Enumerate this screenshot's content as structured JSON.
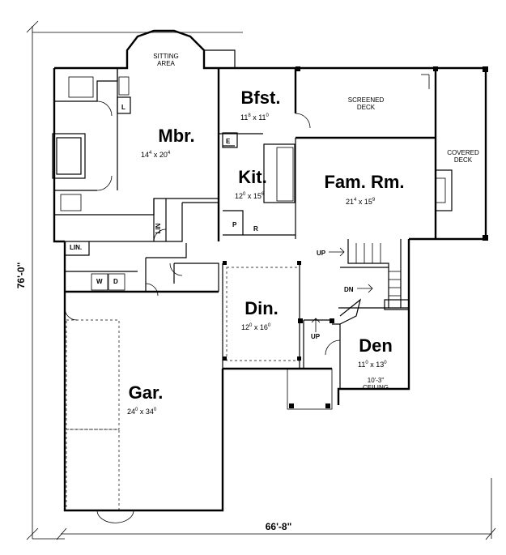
{
  "rooms": {
    "sitting": {
      "label_line1": "SITTING",
      "label_line2": "AREA"
    },
    "mbr": {
      "name": "Mbr.",
      "w": "14",
      "w_in": "4",
      "h": "20",
      "h_in": "4"
    },
    "bfst": {
      "name": "Bfst.",
      "w": "11",
      "w_in": "8",
      "h": "11",
      "h_in": "0"
    },
    "kit": {
      "name": "Kit.",
      "w": "12",
      "w_in": "0",
      "h": "15",
      "h_in": "6"
    },
    "fam": {
      "name": "Fam. Rm.",
      "w": "21",
      "w_in": "4",
      "h": "15",
      "h_in": "9"
    },
    "screened": {
      "label_line1": "SCREENED",
      "label_line2": "DECK"
    },
    "covered": {
      "label_line1": "COVERED",
      "label_line2": "DECK"
    },
    "din": {
      "name": "Din.",
      "w": "12",
      "w_in": "0",
      "h": "16",
      "h_in": "0"
    },
    "den": {
      "name": "Den",
      "w": "11",
      "w_in": "0",
      "h": "13",
      "h_in": "0",
      "ceiling_line1": "10'-3\"",
      "ceiling_line2": "CEILING"
    },
    "gar": {
      "name": "Gar.",
      "w": "24",
      "w_in": "0",
      "h": "34",
      "h_in": "0"
    }
  },
  "labels": {
    "lin_upper": "LIN",
    "lin_lower": "LIN.",
    "closet_l": "L",
    "closet_e": "E",
    "pantry": "P",
    "refrig": "R",
    "washer": "W",
    "dryer": "D",
    "up1": "UP",
    "up2": "UP",
    "dn": "DN"
  },
  "dimensions": {
    "width": "66'-8\"",
    "depth": "76'-0\""
  }
}
